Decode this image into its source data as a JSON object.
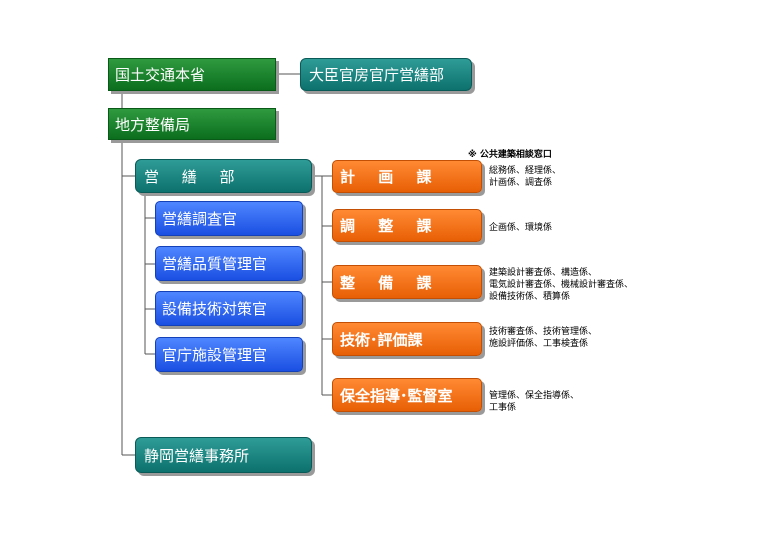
{
  "nodes": {
    "ministry": "国土交通本省",
    "minister_secretariat": "大臣官房官庁営繕部",
    "regional_bureau": "地方整備局",
    "eizen_bu": "営 繕 部",
    "eizen_chosakan": "営繕調査官",
    "eizen_hinshitsu": "営繕品質管理官",
    "setsubi_gijutsu": "設備技術対策官",
    "kancho_shisetsu": "官庁施設管理官",
    "shizuoka_office": "静岡営繕事務所",
    "keikaku_ka": "計 画 課",
    "chosei_ka": "調 整 課",
    "seibi_ka": "整 備 課",
    "gijutsu_hyoka_ka": "技術･評価課",
    "hozen_shido": "保全指導･監督室"
  },
  "notes": {
    "consultation": "※ 公共建築相談窓口",
    "keikaku": [
      "総務係、経理係、",
      "計画係、調査係"
    ],
    "chosei": [
      "企画係、環境係"
    ],
    "seibi": [
      "建築設計審査係、構造係、",
      "電気設計審査係、機械設計審査係、",
      "設備技術係、積算係"
    ],
    "gijutsu": [
      "技術審査係、技術管理係、",
      "施設評価係、工事検査係"
    ],
    "hozen": [
      "管理係、保全指導係、",
      "工事係"
    ]
  },
  "colors": {
    "green": "#0b6e1e",
    "teal": "#0d716d",
    "blue": "#1a4fe2",
    "orange": "#e85f05"
  }
}
